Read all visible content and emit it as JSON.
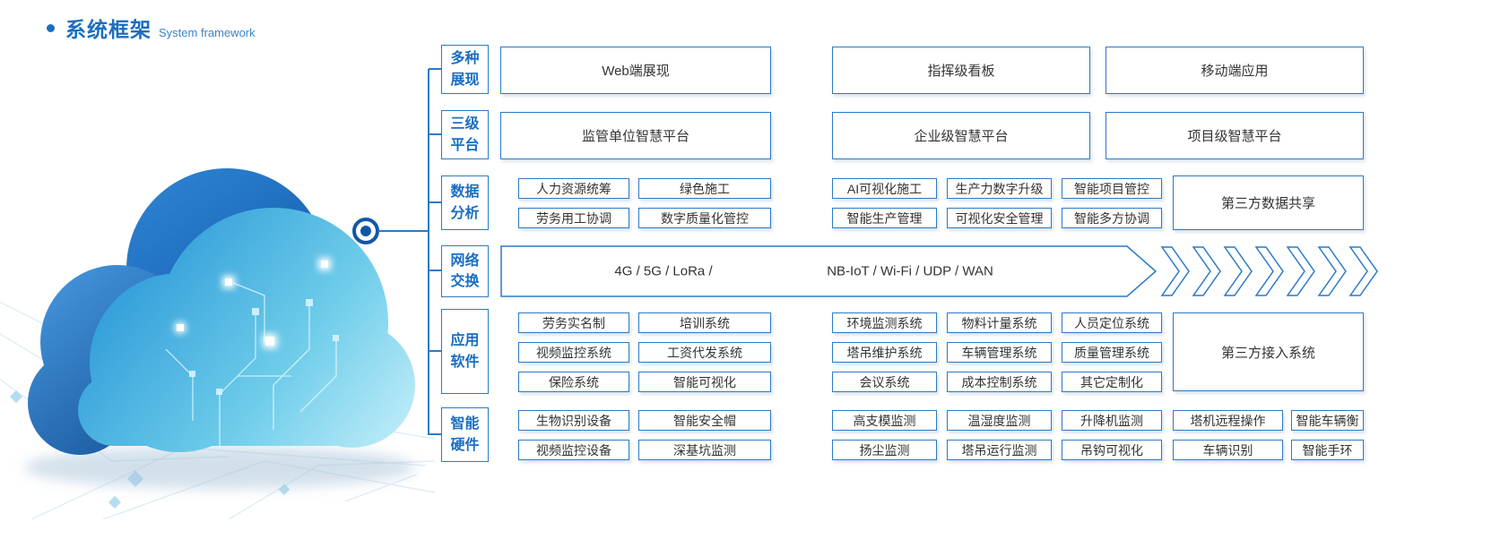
{
  "title": {
    "cn": "系统框架",
    "en": "System framework"
  },
  "colors": {
    "accent": "#2b7ac6",
    "title_blue": "#1b6ec0",
    "text": "#333333"
  },
  "categories": [
    {
      "line1": "多种",
      "line2": "展现"
    },
    {
      "line1": "三级",
      "line2": "平台"
    },
    {
      "line1": "数据",
      "line2": "分析"
    },
    {
      "line1": "网络",
      "line2": "交换"
    },
    {
      "line1": "应用",
      "line2": "软件"
    },
    {
      "line1": "智能",
      "line2": "硬件"
    }
  ],
  "display_row": [
    "Web端展现",
    "指挥级看板",
    "移动端应用"
  ],
  "platform_row": [
    "监管单位智慧平台",
    "企业级智慧平台",
    "项目级智慧平台"
  ],
  "data_analysis": {
    "r1": [
      "人力资源统筹",
      "绿色施工",
      "AI可视化施工",
      "生产力数字升级",
      "智能项目管控"
    ],
    "r2": [
      "劳务用工协调",
      "数字质量化管控",
      "智能生产管理",
      "可视化安全管理",
      "智能多方协调"
    ],
    "big": "第三方数据共享"
  },
  "network": {
    "left": "4G / 5G / LoRa /",
    "right": "NB-IoT / Wi-Fi / UDP / WAN"
  },
  "software": {
    "r1": [
      "劳务实名制",
      "培训系统",
      "环境监测系统",
      "物料计量系统",
      "人员定位系统"
    ],
    "r2": [
      "视频监控系统",
      "工资代发系统",
      "塔吊维护系统",
      "车辆管理系统",
      "质量管理系统"
    ],
    "r3": [
      "保险系统",
      "智能可视化",
      "会议系统",
      "成本控制系统",
      "其它定制化"
    ],
    "big": "第三方接入系统"
  },
  "hardware": {
    "r1": [
      "生物识别设备",
      "智能安全帽",
      "高支模监测",
      "温湿度监测",
      "升降机监测",
      "塔机远程操作",
      "智能车辆衡"
    ],
    "r2": [
      "视频监控设备",
      "深基坑监测",
      "扬尘监测",
      "塔吊运行监测",
      "吊钩可视化",
      "车辆识别",
      "智能手环"
    ]
  }
}
